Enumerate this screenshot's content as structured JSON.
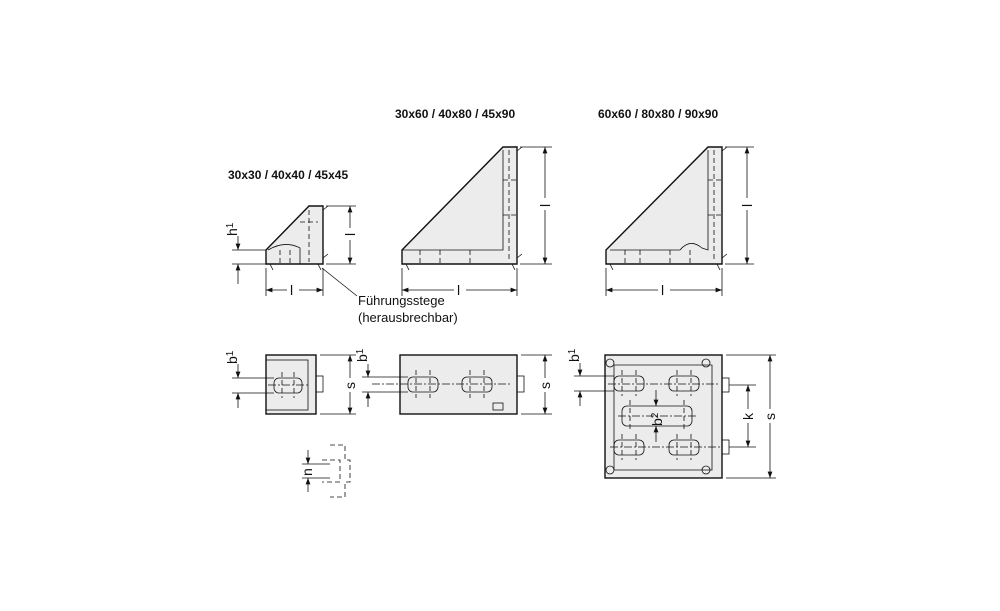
{
  "titles": {
    "small": "30x30 / 40x40 / 45x45",
    "medium": "30x60 / 40x80 / 45x90",
    "large": "60x60 / 80x80 / 90x90"
  },
  "annotation": {
    "line1": "Führungsstege",
    "line2": "(herausbrechbar)"
  },
  "dims": {
    "l": "l",
    "h1": "h",
    "h1_sub": "1",
    "b1": "b",
    "b1_sub": "1",
    "b2": "b",
    "b2_sub": "2",
    "s": "s",
    "k": "k",
    "n": "n"
  }
}
